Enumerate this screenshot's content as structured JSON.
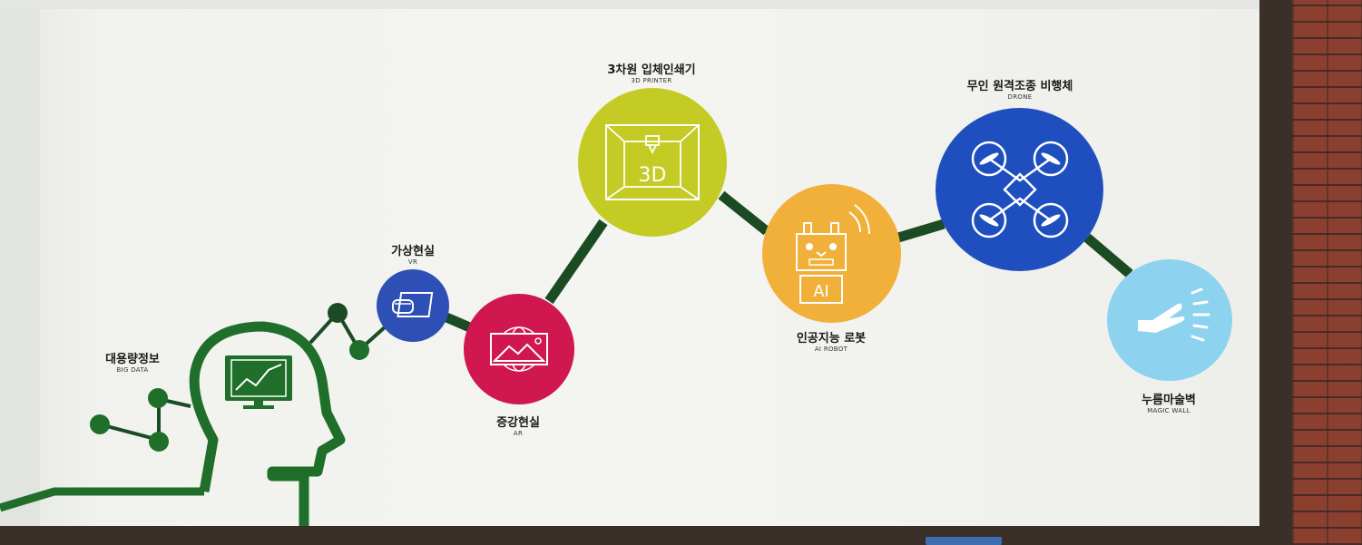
{
  "scene": {
    "colors": {
      "green_line": "#1f6e2a",
      "dark_green": "#1a4b23"
    }
  },
  "stations": [
    {
      "id": "bigdata",
      "title": "대용량정보",
      "subtitle": "BIG DATA",
      "icon": "monitor-chart-icon",
      "color": "#1f6e2a"
    },
    {
      "id": "vr",
      "title": "가상현실",
      "subtitle": "VR",
      "icon": "vr-headset-icon",
      "color": "#2e4fb5"
    },
    {
      "id": "ar",
      "title": "증강현실",
      "subtitle": "AR",
      "icon": "image-globe-icon",
      "color": "#d0174f"
    },
    {
      "id": "printer",
      "title": "3차원 입체인쇄기",
      "subtitle": "3D PRINTER",
      "icon": "3d-printer-icon",
      "color": "#c3cb24",
      "icon_text": "3D"
    },
    {
      "id": "robot",
      "title": "인공지능 로봇",
      "subtitle": "AI ROBOT",
      "icon": "robot-icon",
      "color": "#f0b03a",
      "icon_text": "AI"
    },
    {
      "id": "drone",
      "title": "무인 원격조종 비행체",
      "subtitle": "DRONE",
      "icon": "drone-icon",
      "color": "#1f4fbf"
    },
    {
      "id": "magicwall",
      "title": "누름마술벽",
      "subtitle": "MAGIC WALL",
      "icon": "touch-hand-icon",
      "color": "#8dd2ef"
    }
  ]
}
